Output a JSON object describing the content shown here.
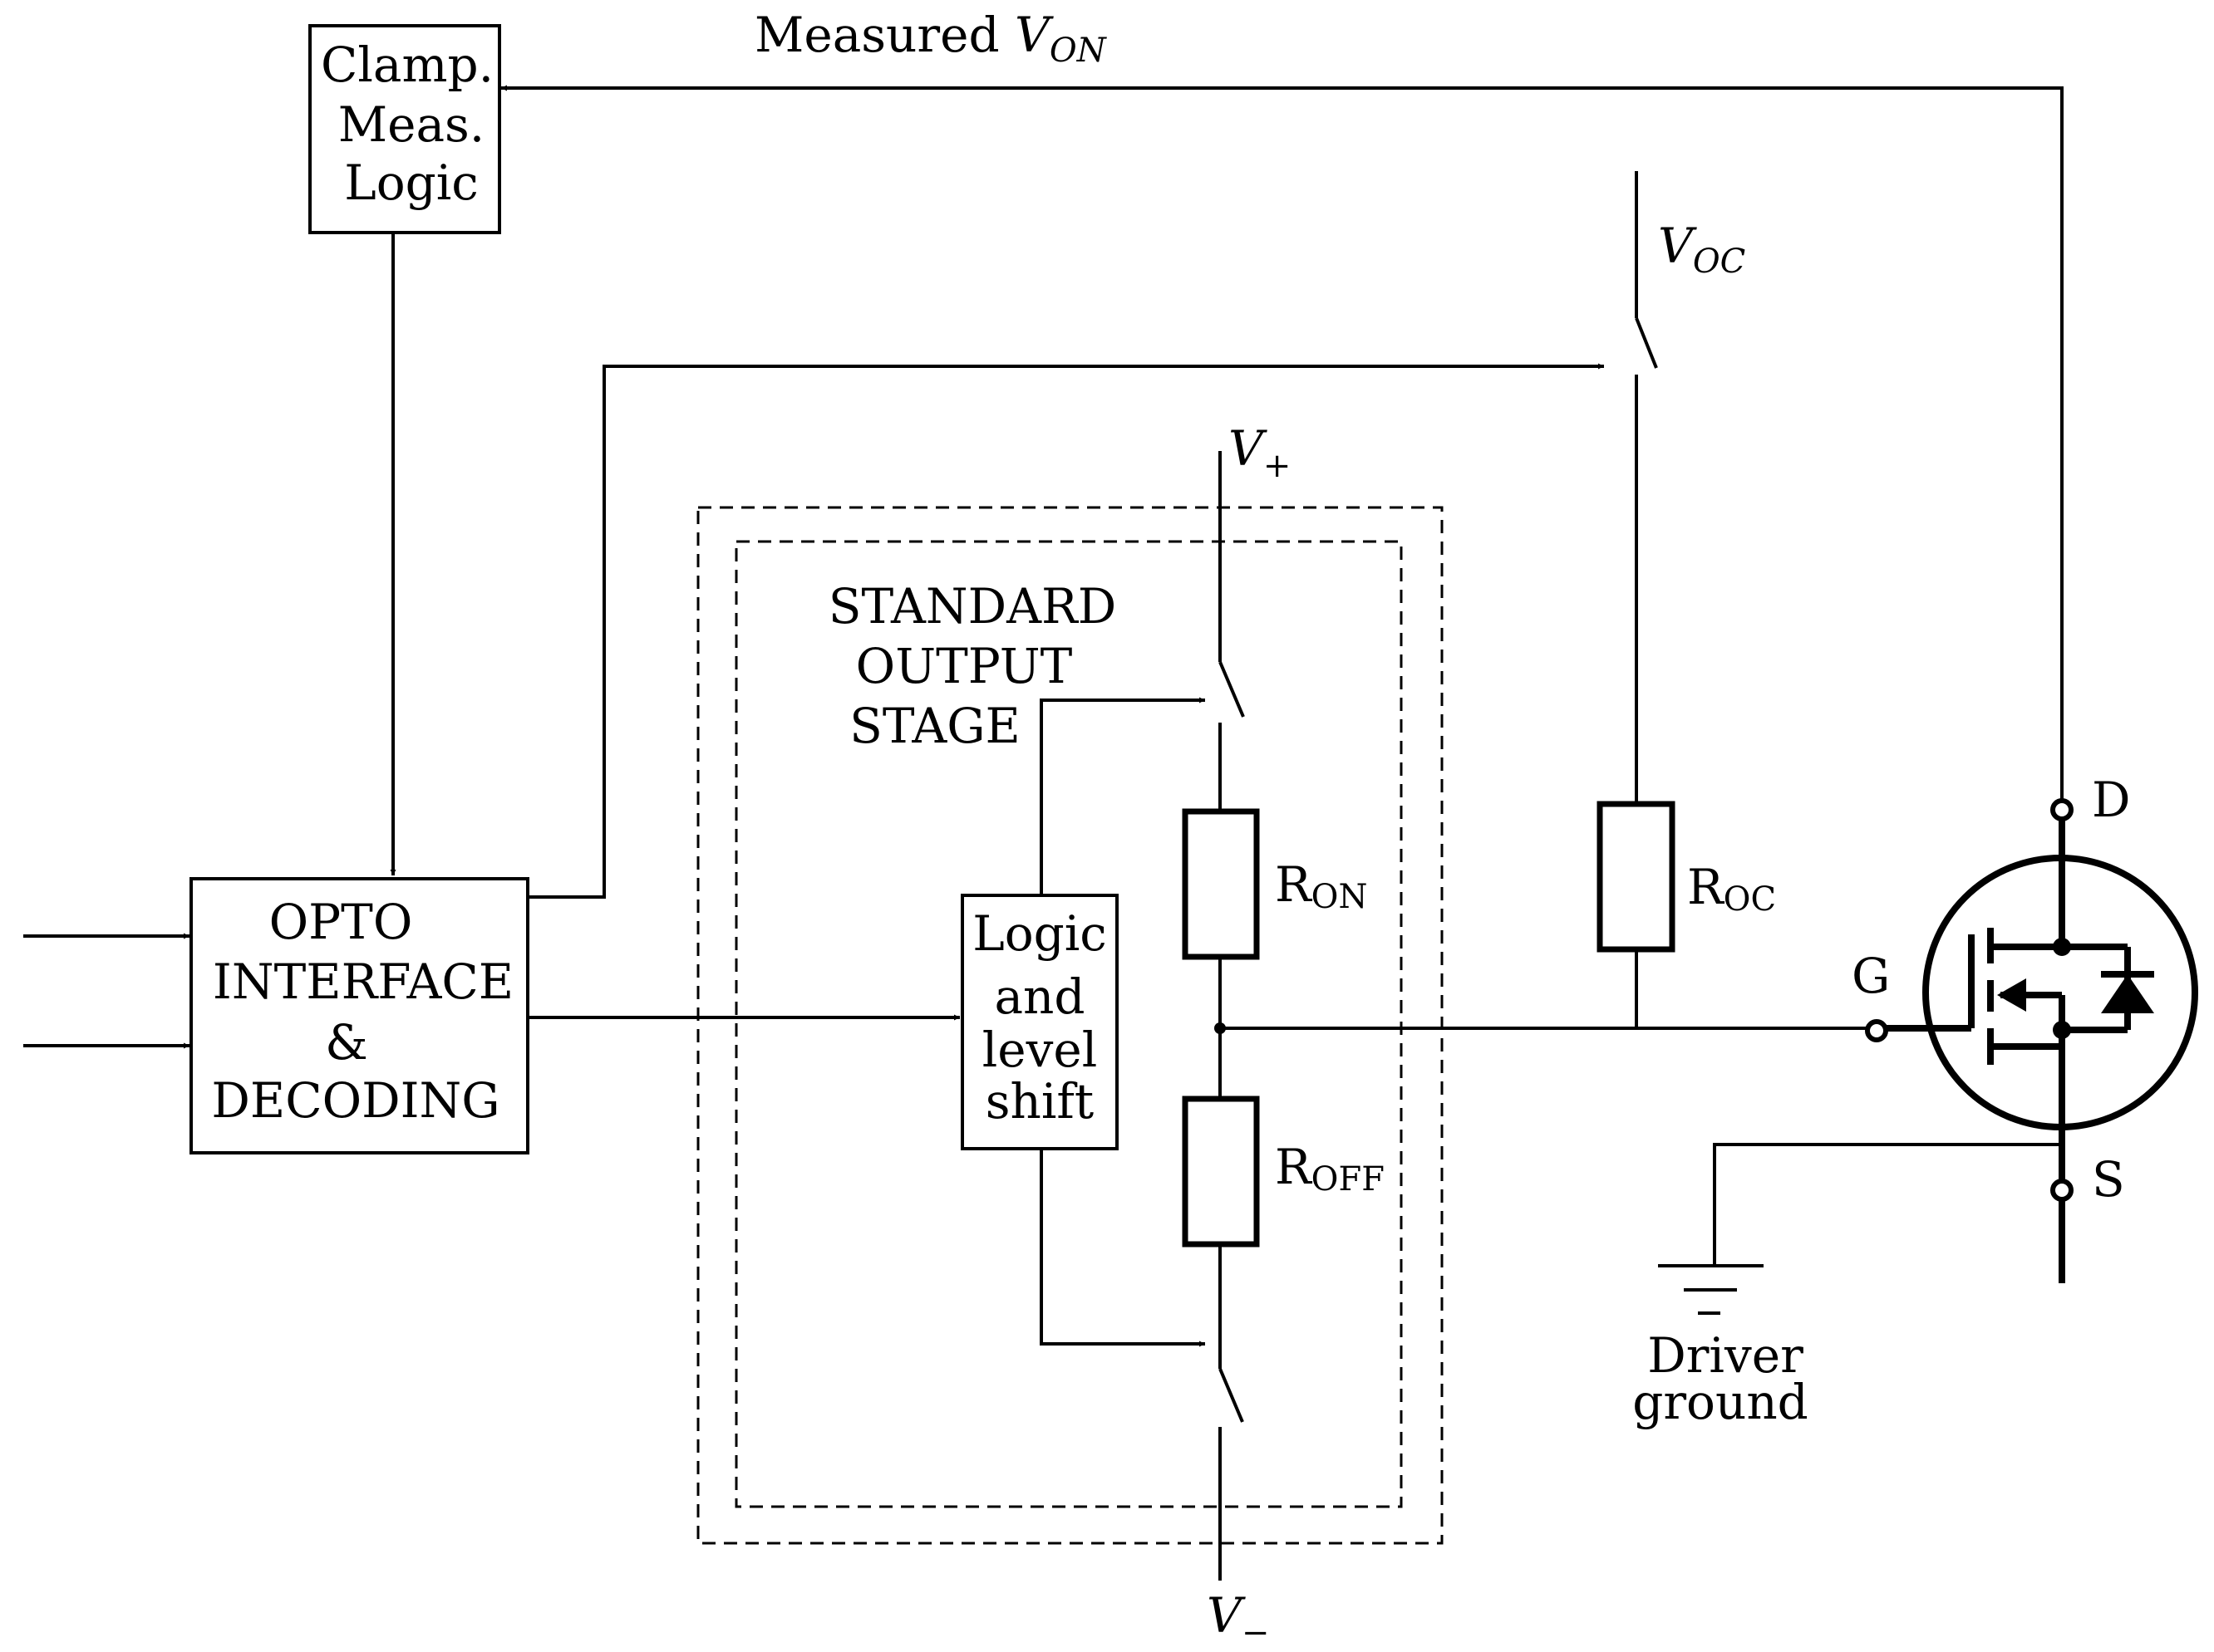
{
  "blocks": {
    "clamp_logic": [
      "Clamp.",
      "Meas.",
      "Logic"
    ],
    "opto_interface": [
      "OPTO",
      "INTERFACE",
      "&",
      "DECODING"
    ],
    "logic_level_shift": [
      "Logic",
      "and",
      "level",
      "shift"
    ],
    "output_stage": [
      "STANDARD",
      "OUTPUT",
      "STAGE"
    ]
  },
  "signals": {
    "measured_von": {
      "prefix": "Measured ",
      "var": "V",
      "sub": "ON"
    },
    "voc": {
      "var": "V",
      "sub": "OC"
    },
    "vplus": {
      "var": "V",
      "sub": "+"
    },
    "vminus": {
      "var": "V",
      "sub": "−"
    }
  },
  "resistors": {
    "ron": {
      "main": "R",
      "sub": "ON"
    },
    "roff": {
      "main": "R",
      "sub": "OFF"
    },
    "roc": {
      "main": "R",
      "sub": "OC"
    }
  },
  "mosfet_terminals": {
    "drain": "D",
    "gate": "G",
    "source": "S"
  },
  "ground_label": [
    "Driver",
    "ground"
  ]
}
